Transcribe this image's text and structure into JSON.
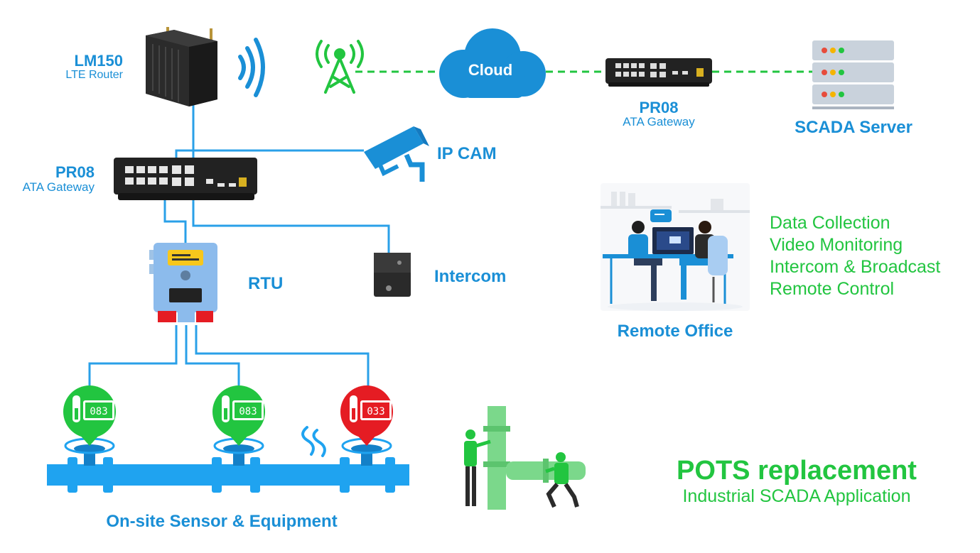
{
  "labels": {
    "lm150_title": "LM150",
    "lm150_sub": "LTE Router",
    "cloud": "Cloud",
    "pr08_top_title": "PR08",
    "pr08_top_sub": "ATA Gateway",
    "scada_server": "SCADA Server",
    "pr08_left_title": "PR08",
    "pr08_left_sub": "ATA Gateway",
    "ip_cam": "IP CAM",
    "rtu": "RTU",
    "intercom": "Intercom",
    "remote_office": "Remote Office",
    "onsite": "On-site Sensor & Equipment",
    "headline": "POTS replacement",
    "subheadline": "Industrial SCADA Application"
  },
  "features": [
    "Data Collection",
    "Video Monitoring",
    "Intercom & Broadcast",
    "Remote Control"
  ],
  "sensors": [
    {
      "reading": "083",
      "status": "normal"
    },
    {
      "reading": "083",
      "status": "normal"
    },
    {
      "reading": "033",
      "status": "alarm"
    }
  ],
  "colors": {
    "brand_blue": "#1a8fd6",
    "line_blue": "#2aa0e8",
    "link_green": "#22c540",
    "alarm_red": "#e51c23",
    "pipe_blue": "#1fa3f0",
    "device_dark": "#222222"
  }
}
